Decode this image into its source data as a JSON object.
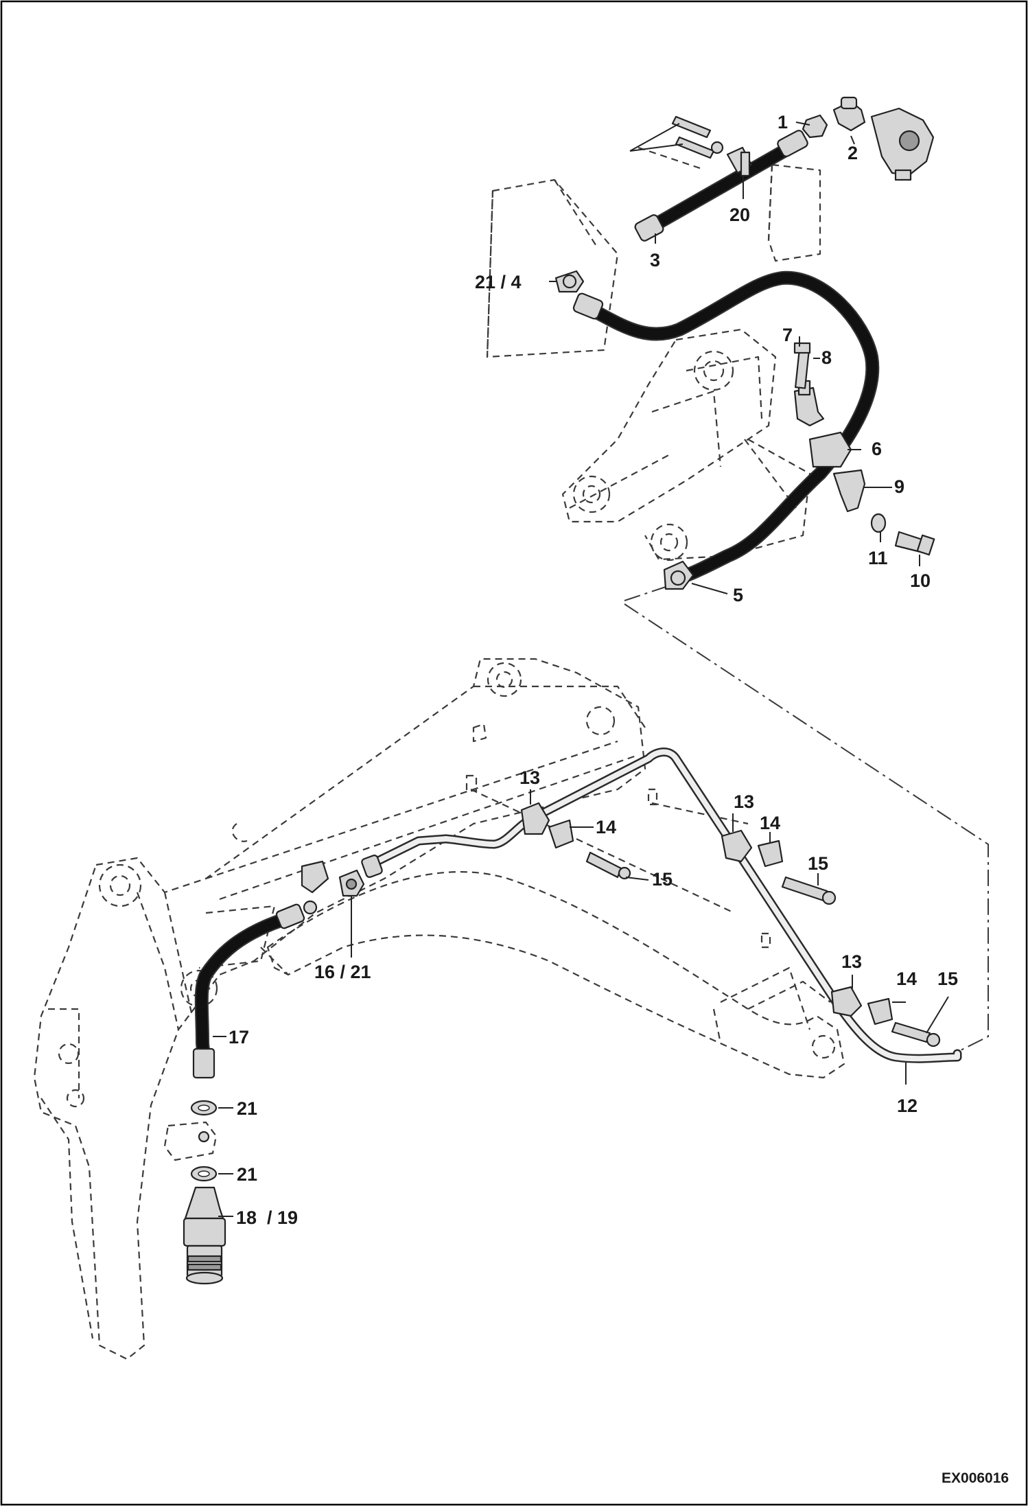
{
  "callouts": {
    "c1": "1",
    "c2": "2",
    "c3": "3",
    "c21_4": "21 / 4",
    "c5": "5",
    "c6": "6",
    "c7": "7",
    "c8": "8",
    "c9": "9",
    "c10": "10",
    "c11": "11",
    "c12": "12",
    "c13a": "13",
    "c13b": "13",
    "c13c": "13",
    "c14a": "14",
    "c14b": "14",
    "c14c": "14",
    "c15a": "15",
    "c15b": "15",
    "c15c": "15",
    "c16_21": "16 / 21",
    "c17": "17",
    "c18_19": "18  / 19",
    "c20": "20",
    "c21a": "21",
    "c21b": "21"
  },
  "drawing_code": "EX006016",
  "colors": {
    "line": "#222222",
    "hose": "#111111",
    "part_fill": "#d6d6d6",
    "background": "#ffffff"
  }
}
